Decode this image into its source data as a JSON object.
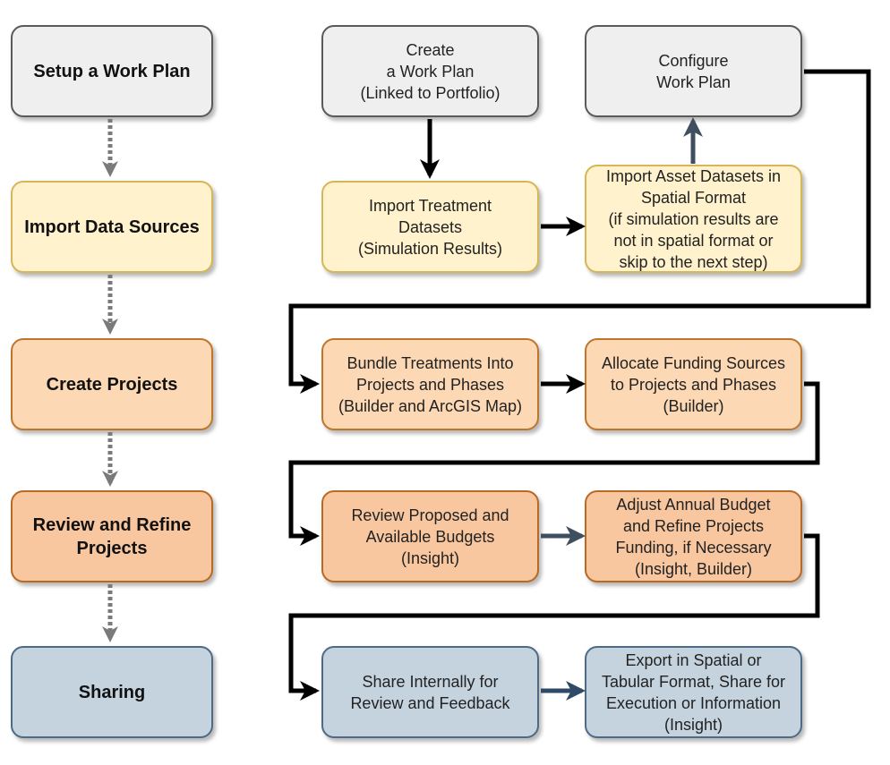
{
  "stages": [
    {
      "id": "setup",
      "label": "Setup a Work Plan",
      "color": "gray"
    },
    {
      "id": "import",
      "label": "Import Data Sources",
      "color": "yellow"
    },
    {
      "id": "create-projects",
      "label": "Create Projects",
      "color": "peach"
    },
    {
      "id": "review",
      "label": "Review and Refine\nProjects",
      "color": "orange"
    },
    {
      "id": "sharing",
      "label": "Sharing",
      "color": "blue"
    }
  ],
  "steps": {
    "create_work_plan": "Create\na Work Plan\n(Linked to Portfolio)",
    "configure_work_plan": "Configure\nWork Plan",
    "import_treatment": "Import Treatment\nDatasets\n(Simulation Results)",
    "import_asset": "Import Asset Datasets in\nSpatial Format\n(if simulation results are\nnot in spatial format or\nskip to the next step)",
    "bundle_treatments": "Bundle Treatments Into\nProjects and Phases\n(Builder and ArcGIS Map)",
    "allocate_funding": "Allocate Funding Sources\nto Projects and Phases\n(Builder)",
    "review_budgets": "Review Proposed and\nAvailable Budgets\n(Insight)",
    "adjust_budget": "Adjust Annual Budget\nand Refine Projects\nFunding, if Necessary\n(Insight, Builder)",
    "share_internally": "Share Internally for\nReview and Feedback",
    "export": "Export in Spatial or\nTabular Format, Share for\nExecution or Information\n(Insight)"
  },
  "colors": {
    "gray": "#efefef",
    "yellow": "#fff2cc",
    "peach": "#fcd8b4",
    "orange": "#f9c79f",
    "blue": "#c5d3df",
    "stage_connector": "#7a7a7a",
    "flow": "#000000",
    "flow_review": "#3f4f5f",
    "flow_share": "#2e4a66"
  }
}
